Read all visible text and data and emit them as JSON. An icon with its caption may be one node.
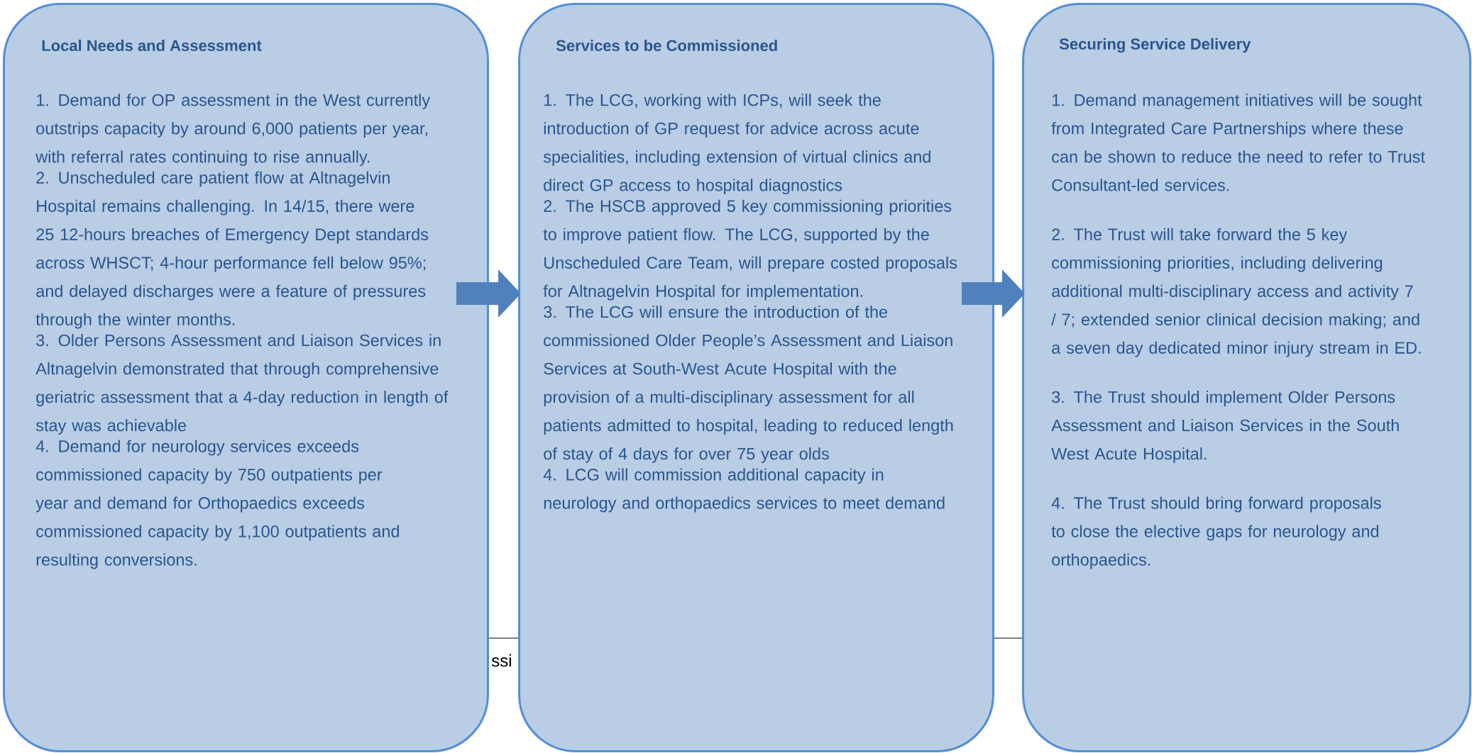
{
  "diagram": {
    "nodes": [
      {
        "text": [
          "Local Needs and Assessment",
          "1. Demand for OP assessment in the West currently outstrips capacity by around 6,000 patients per year, with referral rates continuing to rise annually.",
          "2. Unscheduled care patient flow at Altnagelvin Hospital remains challenging.  In 14/15, there were 25 12-hours breaches of Emergency Dept standards across WHSCT; 4-hour performance fell below 95%; and delayed discharges were a feature of pressures through the winter months.",
          "3. Older Persons Assessment and Liaison Services in Altnagelvin demonstrated that through comprehensive geriatric assessment that a 4-day reduction in length of stay was achievable",
          "4. Demand for neurology services exceeds commissioned capacity by 750 outpatients per year and demand for Orthopaedics exceeds commissioned capacity by 1,100 outpatients and resulting conversions."
        ]
      },
      {
        "text": [
          "Services to be Commissioned",
          "1. The LCG, working with ICPs, will seek the introduction of GP request for advice across acute specialities, including extension of virtual clinics and direct GP access to hospital diagnostics",
          "2. The HSCB approved 5 key commissioning priorities to improve patient flow.  The LCG, supported by the Unscheduled Care Team, will prepare costed proposals for Altnagelvin Hospital for implementation.",
          "3. The LCG will ensure the introduction of the commissioned Older People’s Assessment and Liaison Services at South-West Acute Hospital with the provision of a multi-disciplinary assessment for all patients admitted to hospital, leading to reduced length of stay of 4 days for over 75 year olds",
          "4. LCG will commission additional capacity in neurology and orthopaedics services to meet demand"
        ]
      },
      {
        "text": [
          "Securing Service Delivery",
          "1. Demand management initiatives will be sought from Integrated Care Partnerships where these can be shown to reduce the need to refer to Trust Consultant-led services.",
          "2. The Trust will take forward the 5 key commissioning priorities, including delivering additional multi-disciplinary access and activity 7 / 7; extended senior clinical decision making; and a seven day dedicated minor injury stream in ED.",
          "3. The Trust should implement Older Persons Assessment and Liaison Services in the South West Acute Hospital.",
          "4. The Trust should bring forward proposals to close the elective gaps for neurology and orthopaedics."
        ]
      }
    ],
    "edges": [
      {
        "from": 0,
        "to": 1,
        "arrow": "to"
      },
      {
        "from": 1,
        "to": 2,
        "arrow": "to"
      }
    ],
    "labels": [
      "ssi"
    ]
  }
}
